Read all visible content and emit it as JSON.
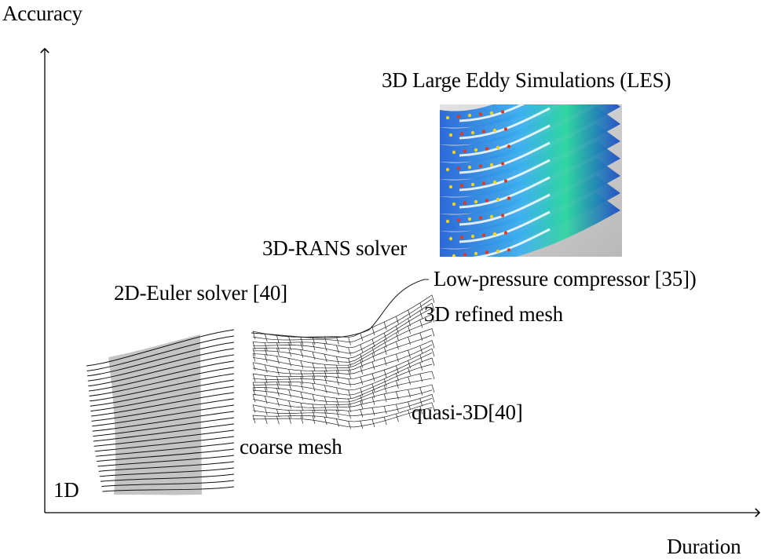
{
  "axes": {
    "y_label": "Accuracy",
    "x_label": "Duration"
  },
  "labels": {
    "one_d": "1D",
    "euler_2d": "2D-Euler solver [40]",
    "coarse_mesh": "coarse mesh",
    "rans_3d": "3D-RANS solver",
    "low_pressure": "Low-pressure compressor [35])",
    "refined_mesh": "3D refined mesh",
    "quasi_3d": "quasi-3D[40]",
    "les_3d": "3D Large Eddy Simulations (LES)"
  }
}
